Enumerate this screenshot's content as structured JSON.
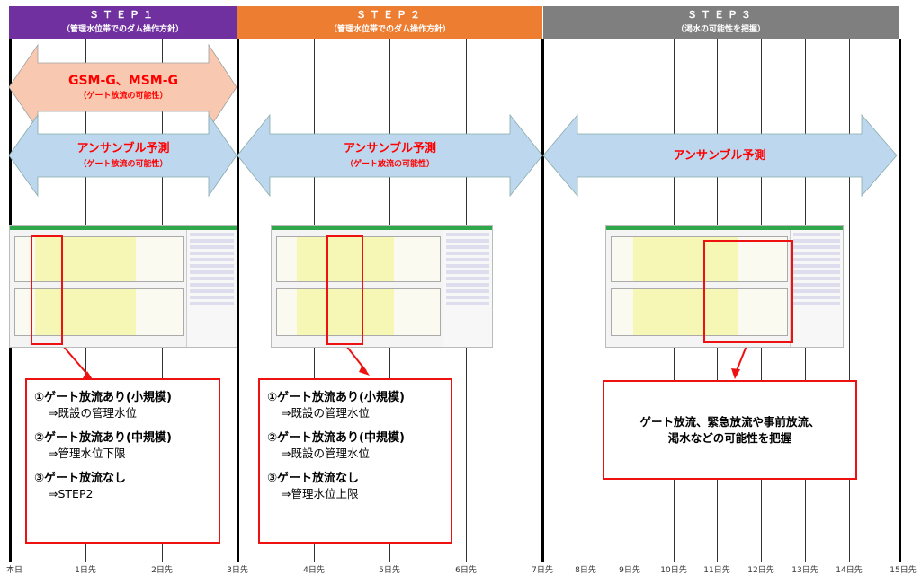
{
  "steps": [
    {
      "title": "ＳＴＥＰ１",
      "subtitle": "（管理水位帯でのダム操作方針）",
      "color": "#7030a0"
    },
    {
      "title": "ＳＴＥＰ２",
      "subtitle": "（管理水位帯でのダム操作方針）",
      "color": "#ed7d31"
    },
    {
      "title": "ＳＴＥＰ３",
      "subtitle": "（渇水の可能性を把握）",
      "color": "#7f7f7f"
    }
  ],
  "arrows": {
    "gsm": {
      "title": "GSM-G、MSM-G",
      "sub": "（ゲート放流の可能性）",
      "color": "#f8c9b0"
    },
    "ens1": {
      "title": "アンサンブル予測",
      "sub": "（ゲート放流の可能性）",
      "color": "#bdd7ee"
    },
    "ens2": {
      "title": "アンサンブル予測",
      "sub": "（ゲート放流の可能性）",
      "color": "#bdd7ee"
    },
    "ens3": {
      "title": "アンサンブル予測",
      "color": "#bdd7ee"
    }
  },
  "boxes": {
    "step1": [
      {
        "head": "①ゲート放流あり(小規模)",
        "detail": "⇒既設の管理水位"
      },
      {
        "head": "②ゲート放流あり(中規模)",
        "detail": "⇒管理水位下限"
      },
      {
        "head": "③ゲート放流なし",
        "detail": "⇒STEP2"
      }
    ],
    "step2": [
      {
        "head": "①ゲート放流あり(小規模)",
        "detail": "⇒既設の管理水位"
      },
      {
        "head": "②ゲート放流あり(中規模)",
        "detail": "⇒既設の管理水位"
      },
      {
        "head": "③ゲート放流なし",
        "detail": "⇒管理水位上限"
      }
    ],
    "step3": {
      "line1": "ゲート放流、緊急放流や事前放流、",
      "line2": "渇水などの可能性を把握"
    }
  },
  "ticks": [
    "本日",
    "1日先",
    "2日先",
    "3日先",
    "4日先",
    "5日先",
    "6日先",
    "7日先",
    "8日先",
    "9日先",
    "10日先",
    "11日先",
    "12日先",
    "13日先",
    "14日先",
    "15日先"
  ],
  "colors": {
    "accent_red": "#ff0000",
    "border_red": "#e11"
  }
}
